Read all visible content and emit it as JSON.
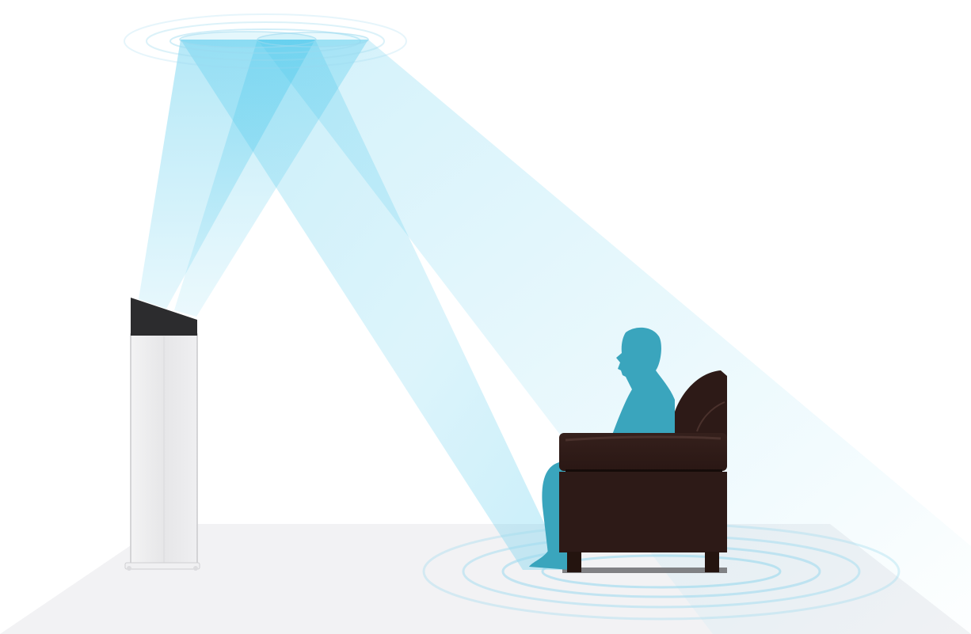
{
  "diagram": {
    "colors": {
      "background": "#ffffff",
      "floor": "#f1f1f3",
      "beam": "#4cc8ec",
      "ripple": "#9ad9ef",
      "speaker_top": "#2c2c2e",
      "speaker_body": "#ececee",
      "listener": "#3aa5bd",
      "chair": "#2d1a17",
      "chair_highlight": "#4a312c"
    },
    "elements": [
      "floor",
      "speaker-tower",
      "upfiring-driver",
      "sound-beam",
      "ceiling-reflection",
      "listener-silhouette",
      "armchair",
      "floor-ripples"
    ]
  }
}
